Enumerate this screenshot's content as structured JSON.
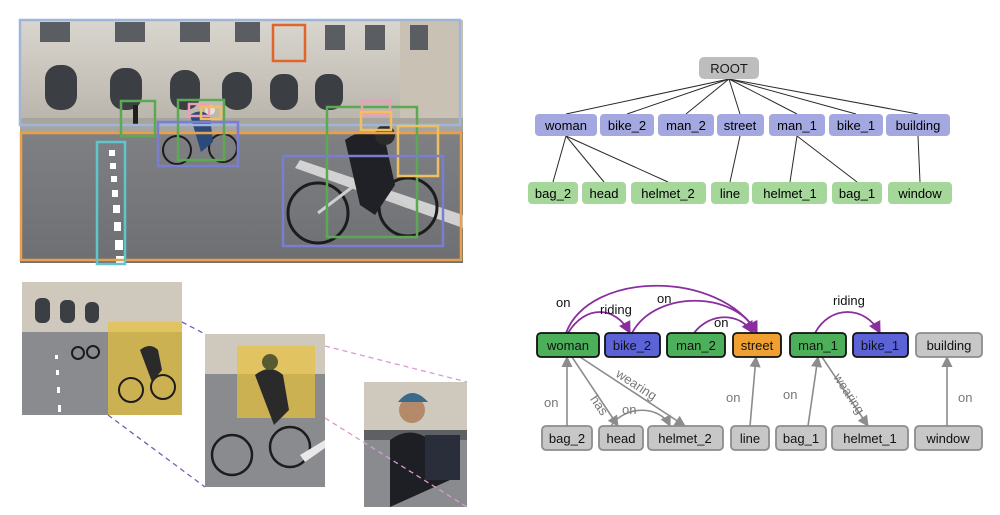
{
  "colors": {
    "root_fill": "#bdbdbd",
    "level1_fill": "#a3a8e0",
    "level2_fill": "#a5d79b",
    "green_node": "#4caf5a",
    "blue_node": "#5c63d6",
    "orange_node": "#f0a030",
    "gray_node": "#c7c7c7",
    "purple_edge": "#8a2d9e",
    "gray_edge": "#8c8c8c"
  },
  "tree": {
    "root": "ROOT",
    "level1": [
      "woman",
      "bike_2",
      "man_2",
      "street",
      "man_1",
      "bike_1",
      "building"
    ],
    "level2": [
      "bag_2",
      "head",
      "helmet_2",
      "line",
      "helmet_1",
      "bag_1",
      "window"
    ]
  },
  "graph": {
    "objects": [
      "woman",
      "bike_2",
      "man_2",
      "street",
      "man_1",
      "bike_1",
      "building"
    ],
    "parts": [
      "bag_2",
      "head",
      "helmet_2",
      "line",
      "bag_1",
      "helmet_1",
      "window"
    ],
    "top_relations": [
      "on",
      "riding",
      "on",
      "on",
      "riding"
    ],
    "bottom_relations": [
      "on",
      "has",
      "wearing",
      "on",
      "on",
      "on",
      "wearing",
      "on"
    ]
  },
  "photos": {
    "main": "street scene with cyclists and annotated bounding boxes",
    "crop_small": "zoomed crop of cyclist",
    "crop_medium": "zoomed crop of cyclist",
    "crop_large": "close-up of cyclist with helmet"
  }
}
